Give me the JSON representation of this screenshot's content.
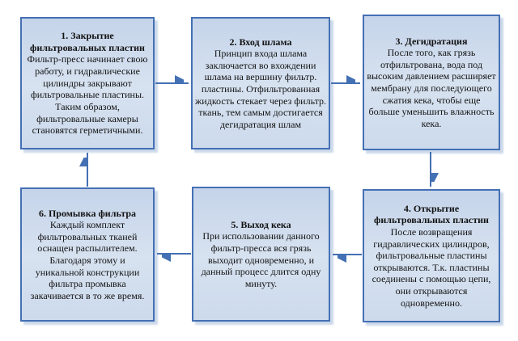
{
  "diagram": {
    "type": "flowchart",
    "language": "ru",
    "colors": {
      "box_border": "#4470b4",
      "box_fill_top": "#c5d4ea",
      "box_fill_bottom": "#ccdaec",
      "arrow": "#4470b4",
      "shadow": "#ccd9ea",
      "text": "#121212",
      "background": "#ffffff"
    },
    "steps": [
      {
        "id": 1,
        "title": "1. Закрытие фильтровальных пластин",
        "body": "Фильтр-пресс начинает свою работу, и гидравлические цилиндры закрывают фильтровальные пластины. Таким образом, фильтровальные камеры становятся герметичными."
      },
      {
        "id": 2,
        "title": "2. Вход шлама",
        "body": "Принцип входа шлама заключается во вхождении шлама на вершину фильтр. пластины. Отфильтрованная жидкость стекает через фильтр. ткань, тем самым достигается дегидратация шлам"
      },
      {
        "id": 3,
        "title": "3. Дегидратация",
        "body": "После того, как грязь отфильтрована, вода под высоким давлением расширяет мембрану для последующего сжатия кека, чтобы еще больше уменьшить влажность кека."
      },
      {
        "id": 4,
        "title": "4. Открытие фильтровальных пластин",
        "body": "После возвращения гидравлических цилиндров, фильтровальные пластины открываются. Т.к. пластины соединены с помощью цепи, они открываются одновременно."
      },
      {
        "id": 5,
        "title": "5. Выход кека",
        "body": "При использовании данного фильтр-пресса вся грязь выходит одновременно, и данный процесс длится одну минуту."
      },
      {
        "id": 6,
        "title": "6. Промывка фильтра",
        "body": "Каждый комплект фильтровальных тканей оснащен распылителем. Благодаря этому и уникальной конструкции фильтра промывка закачивается в то же время."
      }
    ],
    "arrows": [
      {
        "from": 1,
        "to": 2,
        "direction": "right"
      },
      {
        "from": 2,
        "to": 3,
        "direction": "right"
      },
      {
        "from": 3,
        "to": 4,
        "direction": "down"
      },
      {
        "from": 4,
        "to": 5,
        "direction": "left"
      },
      {
        "from": 5,
        "to": 6,
        "direction": "left"
      },
      {
        "from": 6,
        "to": 1,
        "direction": "up"
      }
    ]
  }
}
